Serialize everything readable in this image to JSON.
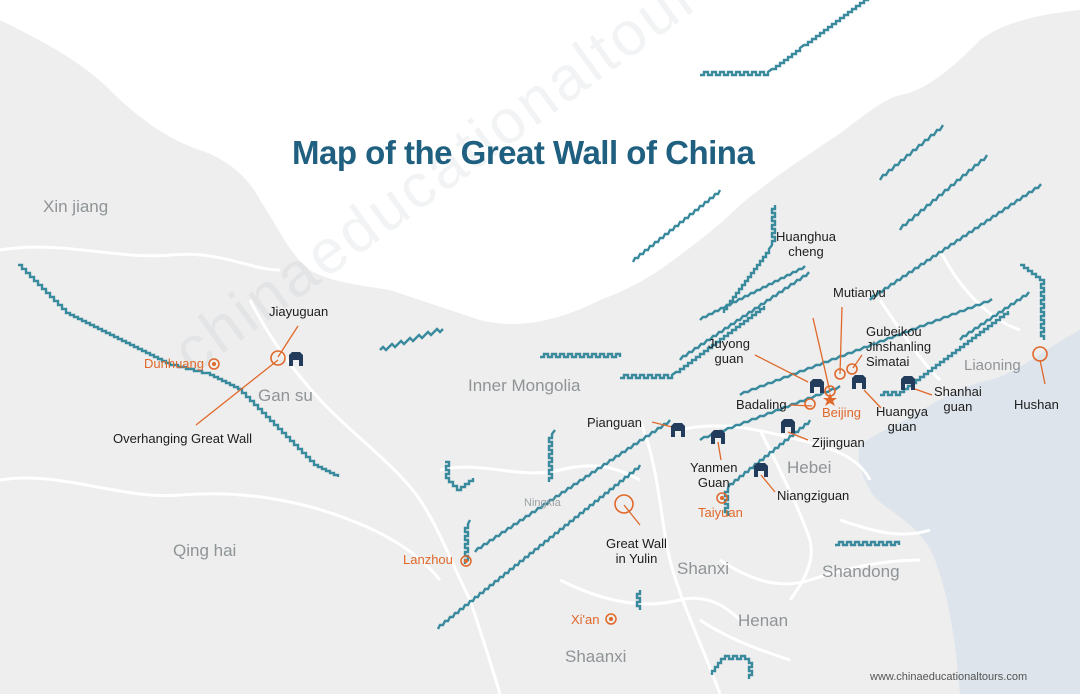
{
  "title": "Map of  the Great Wall of China",
  "regions": {
    "xinjiang": "Xin jiang",
    "gansu": "Gan su",
    "inner_mongolia": "Inner Mongolia",
    "qinghai": "Qing hai",
    "ningxia": "Ningxia",
    "shanxi": "Shanxi",
    "hebei": "Hebei",
    "shandong": "Shandong",
    "henan": "Henan",
    "shaanxi": "Shaanxi",
    "liaoning": "Liaoning"
  },
  "cities": {
    "dunhuang": "Dunhuang",
    "lanzhou": "Lanzhou",
    "taiyuan": "Taiyuan",
    "xian": "Xi'an",
    "beijing": "Beijing"
  },
  "sites": {
    "jiayuguan": "Jiayuguan",
    "overhanging": "Overhanging Great Wall",
    "pianguan": "Pianguan",
    "yanmen": "Yanmen Guan",
    "yanmen_1": "Yanmen",
    "yanmen_2": "Guan",
    "niangziguan": "Niangziguan",
    "yulin_1": "Great Wall",
    "yulin_2": "in Yulin",
    "juyong_1": "Juyong",
    "juyong_2": "guan",
    "huanghua_1": "Huanghua",
    "huanghua_2": "cheng",
    "mutianyu": "Mutianyu",
    "gubeikou": "Gubeikou",
    "jinshanling": "Jinshanling",
    "simatai": "Simatai",
    "badaling": "Badaling",
    "zijinguan": "Zijinguan",
    "huangya_1": "Huangya",
    "huangya_2": "guan",
    "shanhai_1": "Shanhai",
    "shanhai_2": "guan",
    "hushan": "Hushan"
  },
  "watermark": "chinaeducationaltours.com",
  "credit": "www.chinaeducationaltours.com",
  "colors": {
    "wall": "#3a8a9e",
    "land": "#eeeeee",
    "sea": "#dde4eb",
    "border": "#ffffff",
    "title": "#1f5f7f",
    "city": "#e0682a",
    "gate_icon": "#233c5c"
  }
}
